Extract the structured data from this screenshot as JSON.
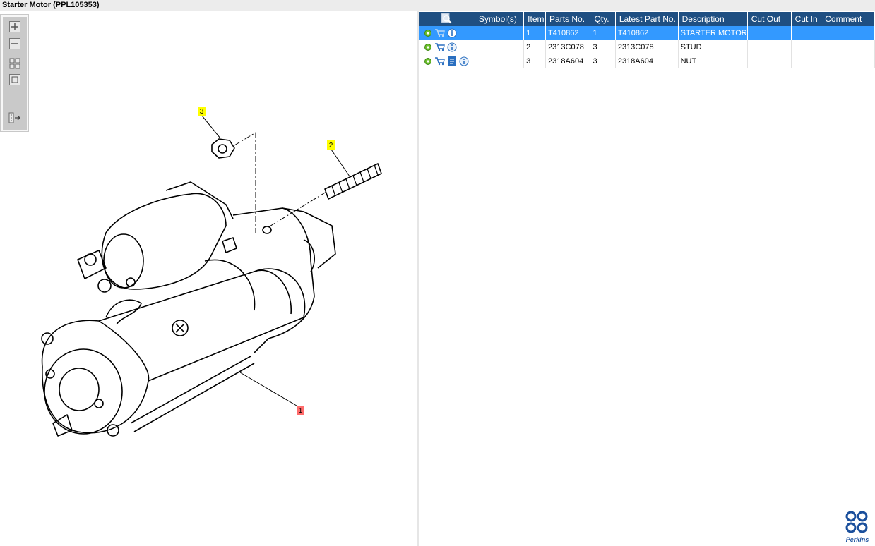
{
  "window": {
    "title": "Starter Motor (PPL105353)"
  },
  "toolbar": {
    "zoom_in_icon": "plus-icon",
    "zoom_out_icon": "minus-icon",
    "fit_icon": "grid-icon",
    "actual_size_icon": "square-icon",
    "export_icon": "export-icon"
  },
  "callouts": [
    {
      "label": "3",
      "color": "#ffff00"
    },
    {
      "label": "2",
      "color": "#ffff00"
    },
    {
      "label": "1",
      "color": "#ff6b6b"
    }
  ],
  "table": {
    "headers": [
      "Symbol(s)",
      "Item",
      "Parts No.",
      "Qty.",
      "Latest Part No.",
      "Description",
      "Cut Out",
      "Cut In",
      "Comment"
    ],
    "header_icon": "search-details-icon",
    "rows": [
      {
        "item": "1",
        "part_no": "T410862",
        "qty": "1",
        "latest": "T410862",
        "desc": "STARTER MOTOR",
        "cut_out": "",
        "cut_in": "",
        "comment": "",
        "selected": true
      },
      {
        "item": "2",
        "part_no": "2313C078",
        "qty": "3",
        "latest": "2313C078",
        "desc": "STUD",
        "cut_out": "",
        "cut_in": "",
        "comment": "",
        "selected": false
      },
      {
        "item": "3",
        "part_no": "2318A604",
        "qty": "3",
        "latest": "2318A604",
        "desc": "NUT",
        "cut_out": "",
        "cut_in": "",
        "comment": "",
        "selected": false
      }
    ]
  },
  "brand": {
    "name": "Perkins",
    "color": "#1a4f9c"
  },
  "colors": {
    "header": "#1f4f82",
    "selection": "#3399ff"
  }
}
